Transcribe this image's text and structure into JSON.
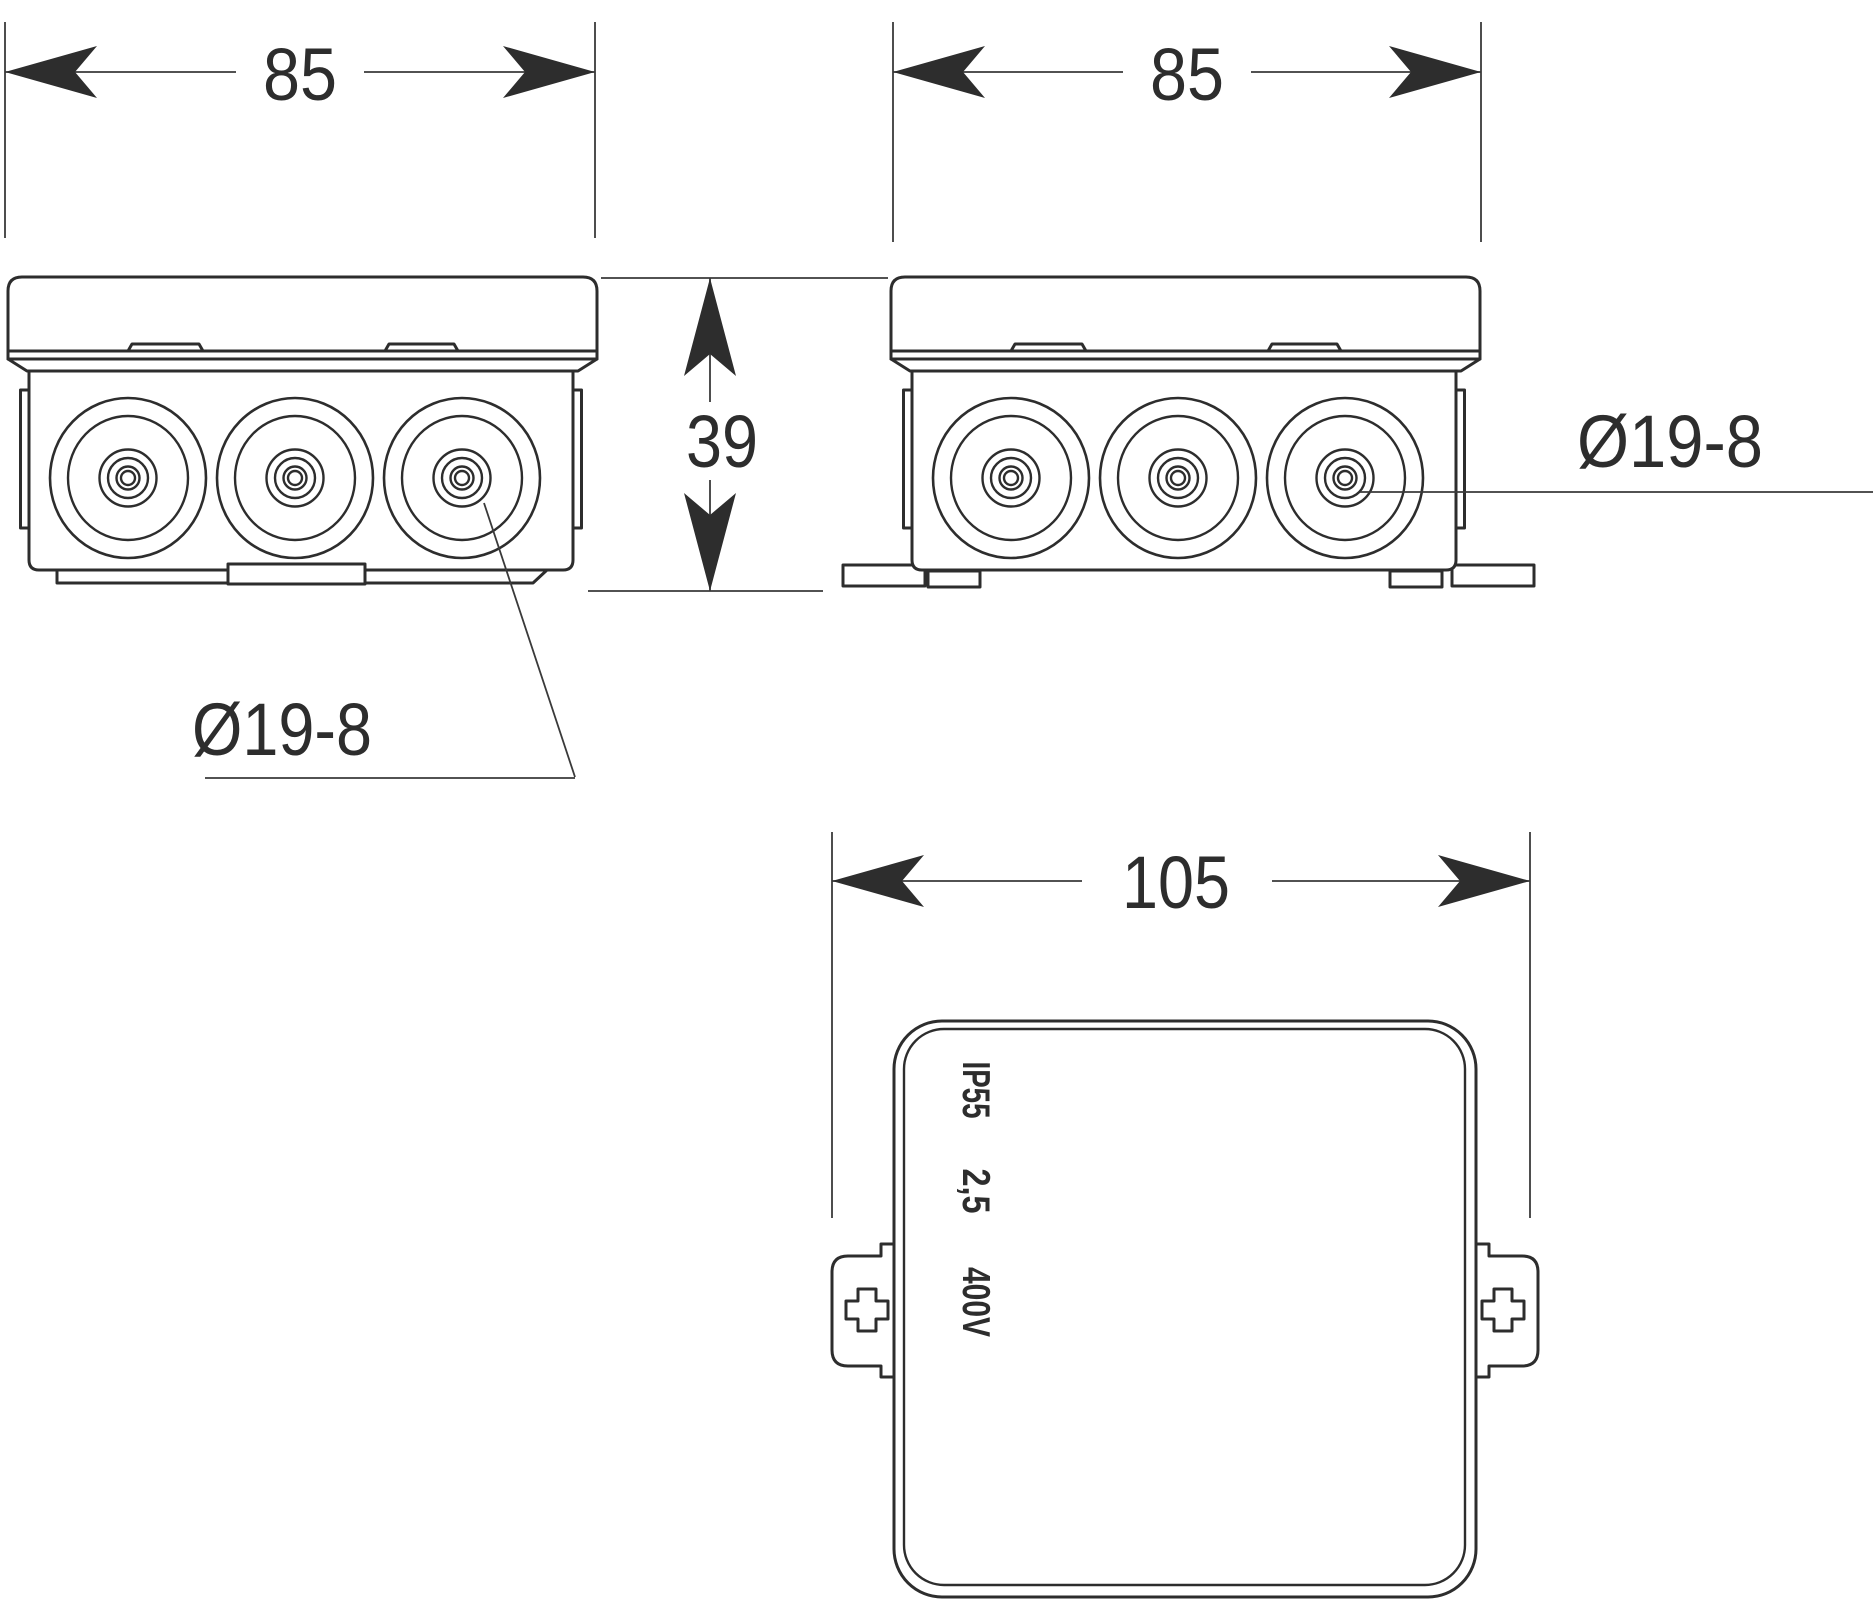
{
  "drawing": {
    "background": "#ffffff",
    "line_color": "#2d2d2d",
    "views": {
      "front": {
        "width_label": "85",
        "height_label": "39",
        "knockout_label": "Ø19-8"
      },
      "side": {
        "width_label": "85",
        "knockout_label": "Ø19-8"
      },
      "top": {
        "width_label": "105",
        "markings": {
          "ip_rating": "IP55",
          "conductor_size": "2,5",
          "voltage": "400V"
        }
      }
    }
  }
}
